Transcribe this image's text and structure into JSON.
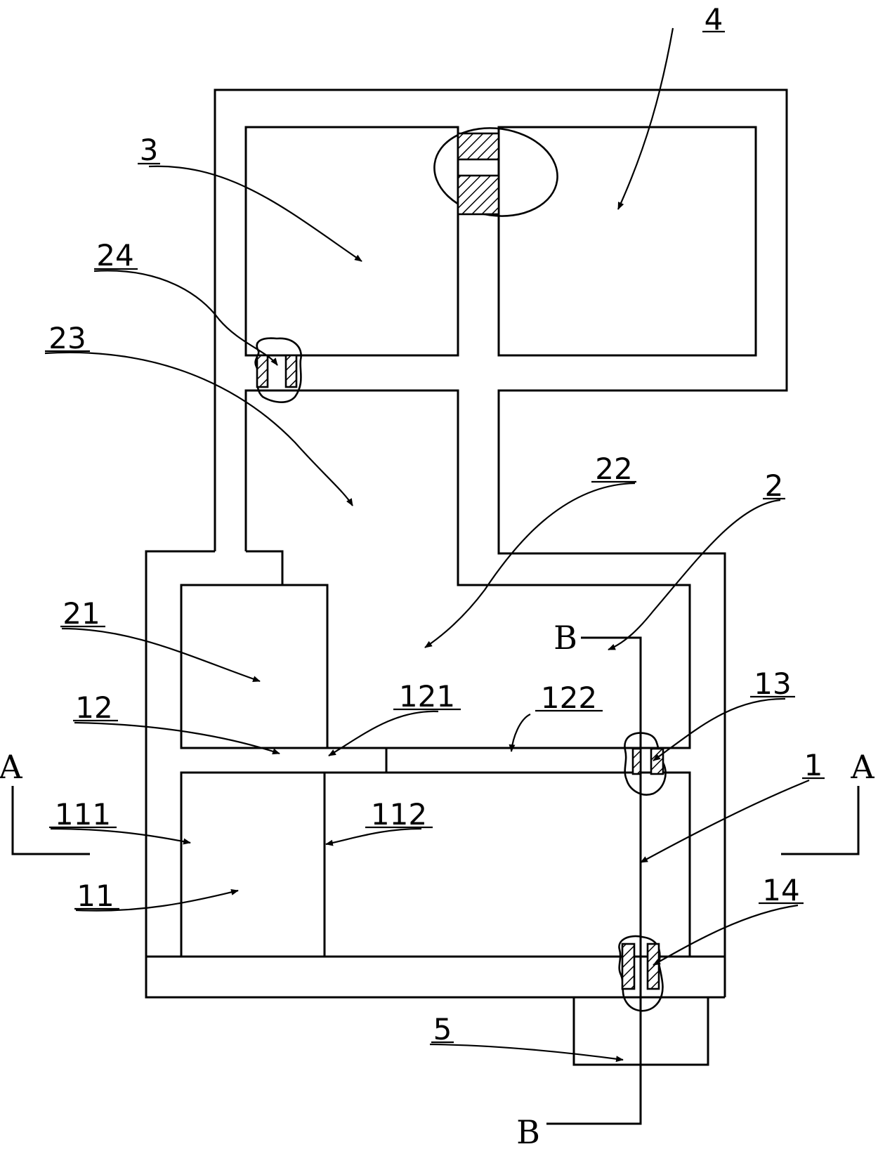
{
  "labels": {
    "l1": "1",
    "l2": "2",
    "l3": "3",
    "l4": "4",
    "l5": "5",
    "l11": "11",
    "l12": "12",
    "l13": "13",
    "l14": "14",
    "l21": "21",
    "l22": "22",
    "l23": "23",
    "l24": "24",
    "l111": "111",
    "l112": "112",
    "l121": "121",
    "l122": "122"
  },
  "sections": {
    "a_left": "A",
    "a_right": "A",
    "b_top": "B",
    "b_bottom": "B"
  }
}
